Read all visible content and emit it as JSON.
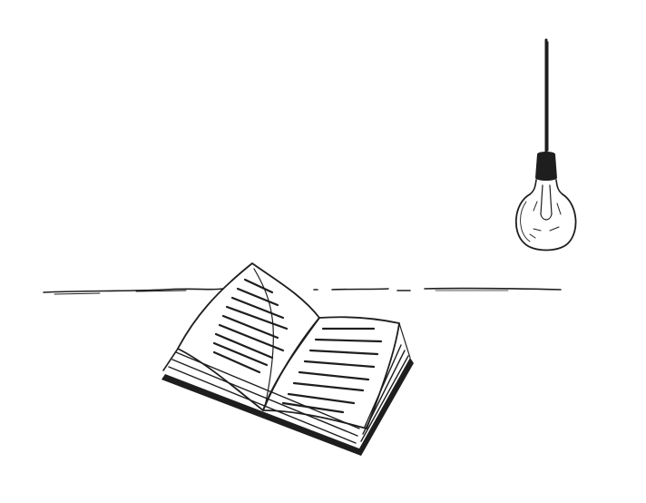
{
  "scene": {
    "subjects": [
      "open-book",
      "hanging-light-bulb",
      "horizon-line"
    ],
    "style": "hand-drawn ink sketch",
    "colors": {
      "background": "#ffffff",
      "ink": "#1e1e1e"
    },
    "icons": [
      "book-icon",
      "light-bulb-icon"
    ]
  }
}
